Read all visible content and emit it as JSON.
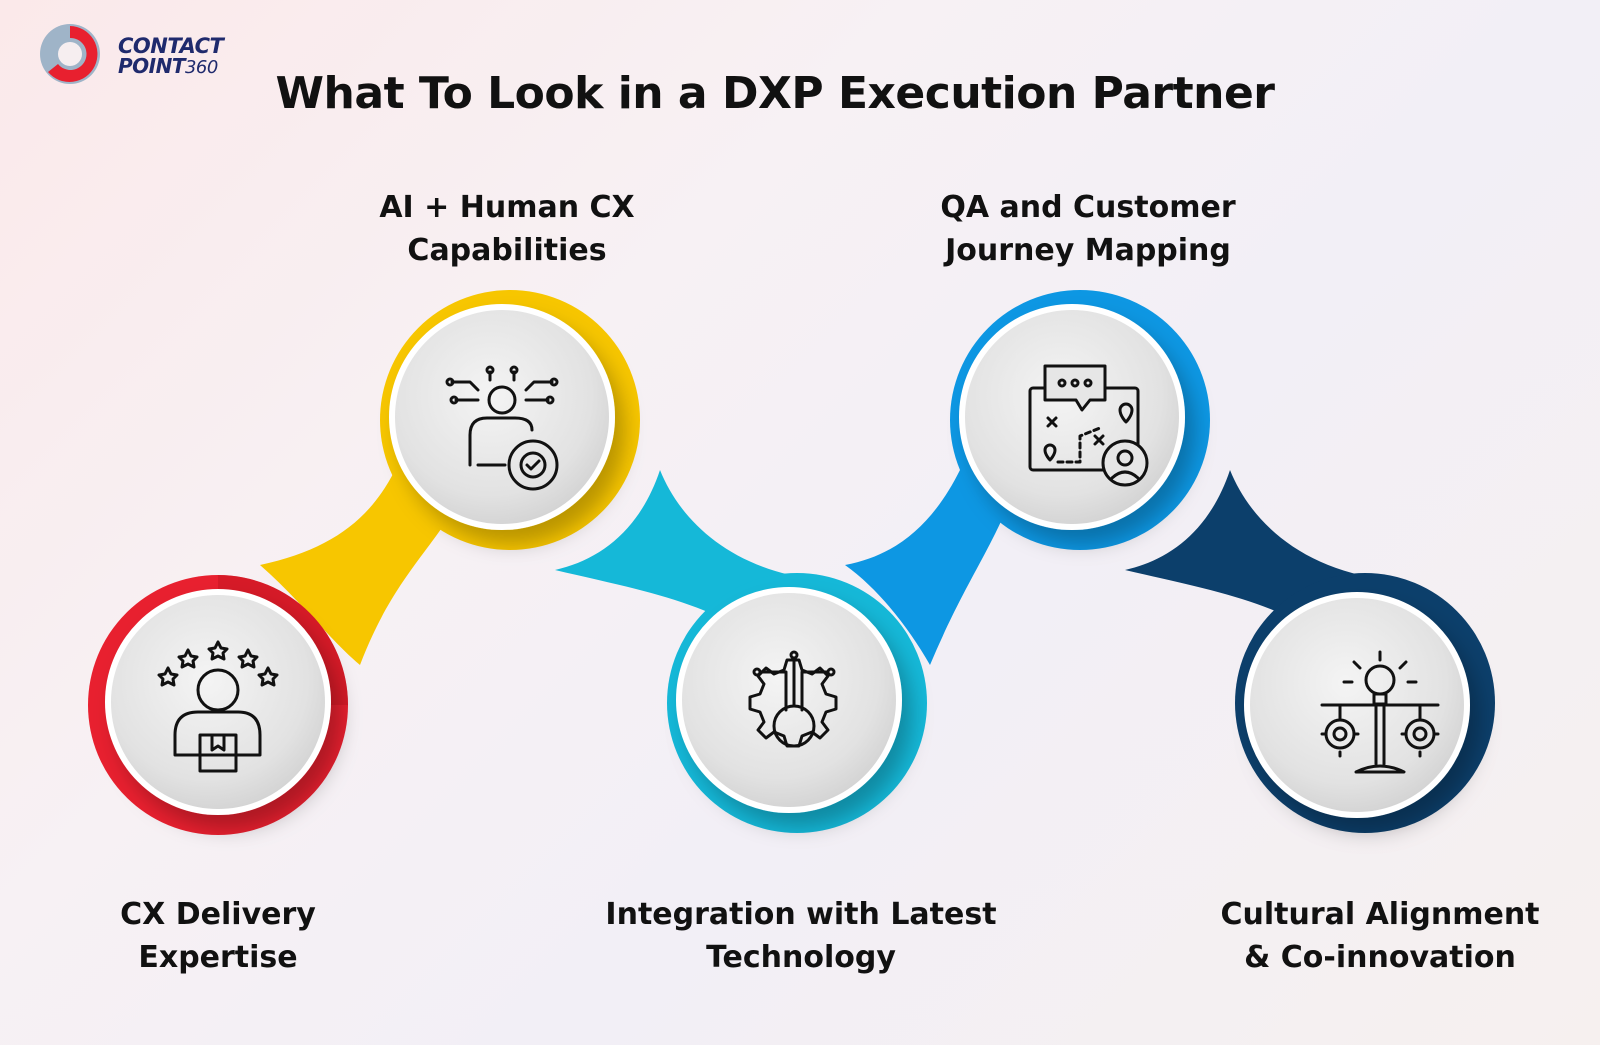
{
  "logo": {
    "line1": "CONTACT",
    "line2": "POINT",
    "line2_num": "360"
  },
  "title": "What To Look in a DXP Execution Partner",
  "steps": [
    {
      "label_line1": "CX Delivery",
      "label_line2": "Expertise",
      "color": "#e8202f",
      "icon": "customer-stars-icon"
    },
    {
      "label_line1": "AI + Human CX",
      "label_line2": "Capabilities",
      "color": "#f7c600",
      "icon": "ai-human-gear-icon"
    },
    {
      "label_line1": "Integration with Latest",
      "label_line2": "Technology",
      "color": "#15b8d8",
      "icon": "tech-gear-circuit-icon"
    },
    {
      "label_line1": "QA and Customer",
      "label_line2": "Journey Mapping",
      "color": "#0d97e3",
      "icon": "journey-map-icon"
    },
    {
      "label_line1": "Cultural Alignment",
      "label_line2": "& Co-innovation",
      "color": "#0c3f6b",
      "icon": "balance-idea-icon"
    }
  ]
}
